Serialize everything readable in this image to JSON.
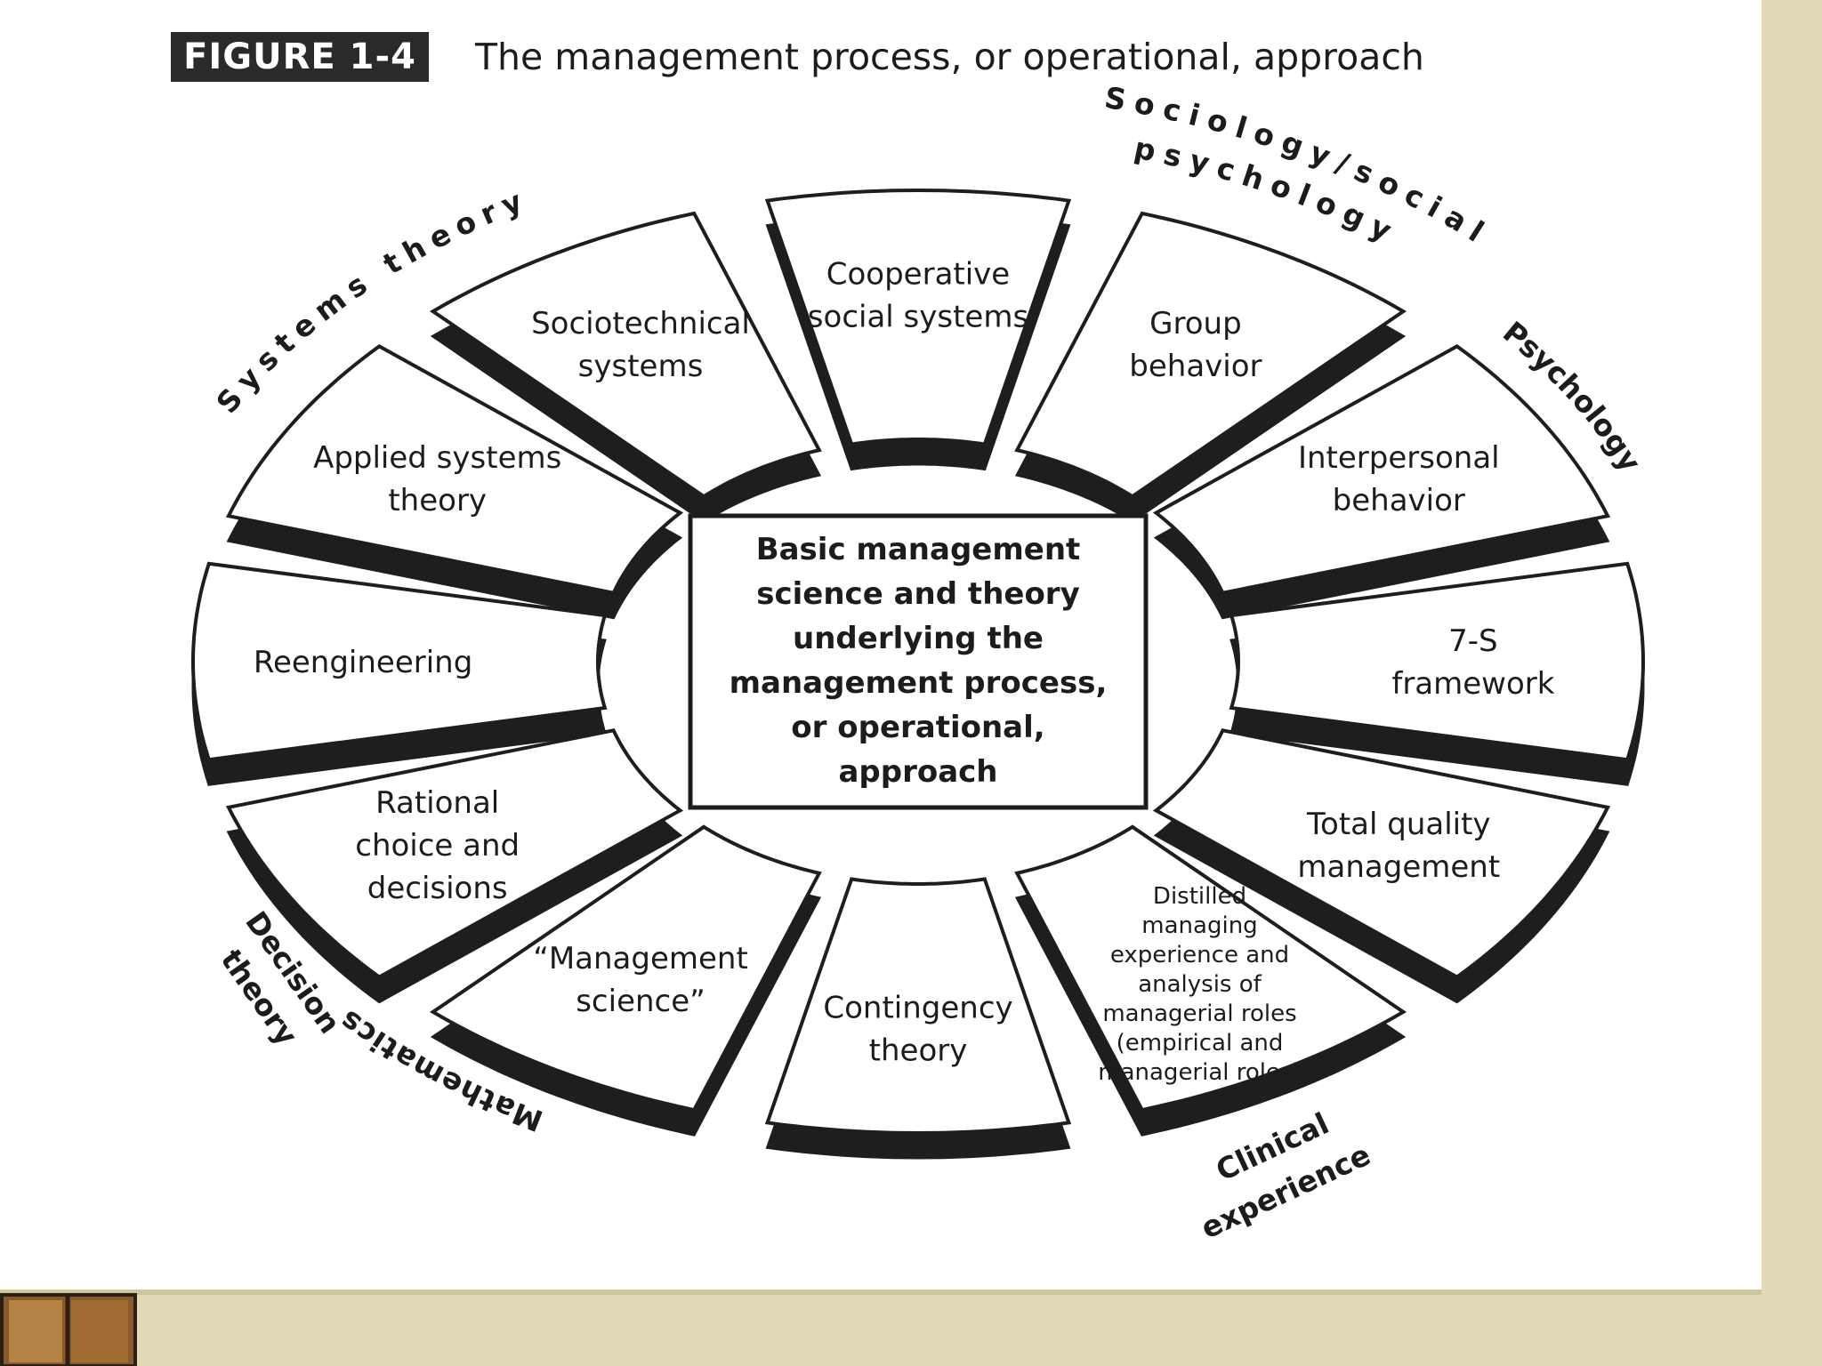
{
  "figure": {
    "label": "FIGURE 1-4",
    "title": "The management process, or operational, approach"
  },
  "center": {
    "lines": [
      "Basic management",
      "science and theory",
      "underlying the",
      "management process,",
      "or operational,",
      "approach"
    ]
  },
  "segments": [
    {
      "id": "cooperative-social-systems",
      "lines": [
        "Cooperative",
        "social systems"
      ]
    },
    {
      "id": "group-behavior",
      "lines": [
        "Group",
        "behavior"
      ]
    },
    {
      "id": "interpersonal-behavior",
      "lines": [
        "Interpersonal",
        "behavior"
      ]
    },
    {
      "id": "7-s-framework",
      "lines": [
        "7-S",
        "framework"
      ]
    },
    {
      "id": "total-quality-management",
      "lines": [
        "Total quality",
        "management"
      ]
    },
    {
      "id": "distilled-managing-experience",
      "lines": [
        "Distilled",
        "managing",
        "experience and",
        "analysis of",
        "managerial roles",
        "(empirical and",
        "managerial roles)"
      ]
    },
    {
      "id": "contingency-theory",
      "lines": [
        "Contingency",
        "theory"
      ]
    },
    {
      "id": "management-science",
      "lines": [
        "“Management",
        "science”"
      ]
    },
    {
      "id": "rational-choice-and-decisions",
      "lines": [
        "Rational",
        "choice and",
        "decisions"
      ]
    },
    {
      "id": "reengineering",
      "lines": [
        "Reengineering"
      ]
    },
    {
      "id": "applied-systems-theory",
      "lines": [
        "Applied systems",
        "theory"
      ]
    },
    {
      "id": "sociotechnical-systems",
      "lines": [
        "Sociotechnical",
        "systems"
      ]
    }
  ],
  "disciplines": [
    {
      "id": "systems-theory",
      "text": "Systems theory"
    },
    {
      "id": "sociology-social-psychology",
      "lines": [
        "Sociology/social",
        "psychology"
      ]
    },
    {
      "id": "psychology",
      "text": "Psychology"
    },
    {
      "id": "clinical-experience",
      "lines": [
        "Clinical",
        "experience"
      ]
    },
    {
      "id": "mathematics",
      "text": "Mathematics"
    },
    {
      "id": "decision-theory",
      "lines": [
        "Decision",
        "theory"
      ]
    }
  ]
}
